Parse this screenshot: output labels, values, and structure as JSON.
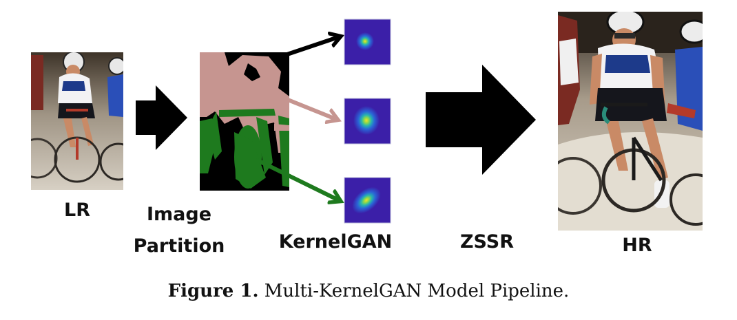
{
  "labels": {
    "lr": "LR",
    "partition_line1": "Image",
    "partition_line2": "Partition",
    "kernelgan": "KernelGAN",
    "zssr": "ZSSR",
    "hr": "HR"
  },
  "caption": {
    "label": "Figure 1.",
    "text": "Multi-KernelGAN Model Pipeline."
  },
  "colors": {
    "arrow_black": "#000000",
    "arrow_pink": "#c69590",
    "arrow_green": "#1e7a1e",
    "segment_pink": "#c69590",
    "segment_green": "#1e7a1e",
    "segment_background": "#000000",
    "kernel_background": "#3b1fa8",
    "kernel_peak": "#f2e22b"
  },
  "kernels": [
    {
      "shape": "small-round"
    },
    {
      "shape": "medium-round"
    },
    {
      "shape": "elongated-diagonal"
    }
  ]
}
